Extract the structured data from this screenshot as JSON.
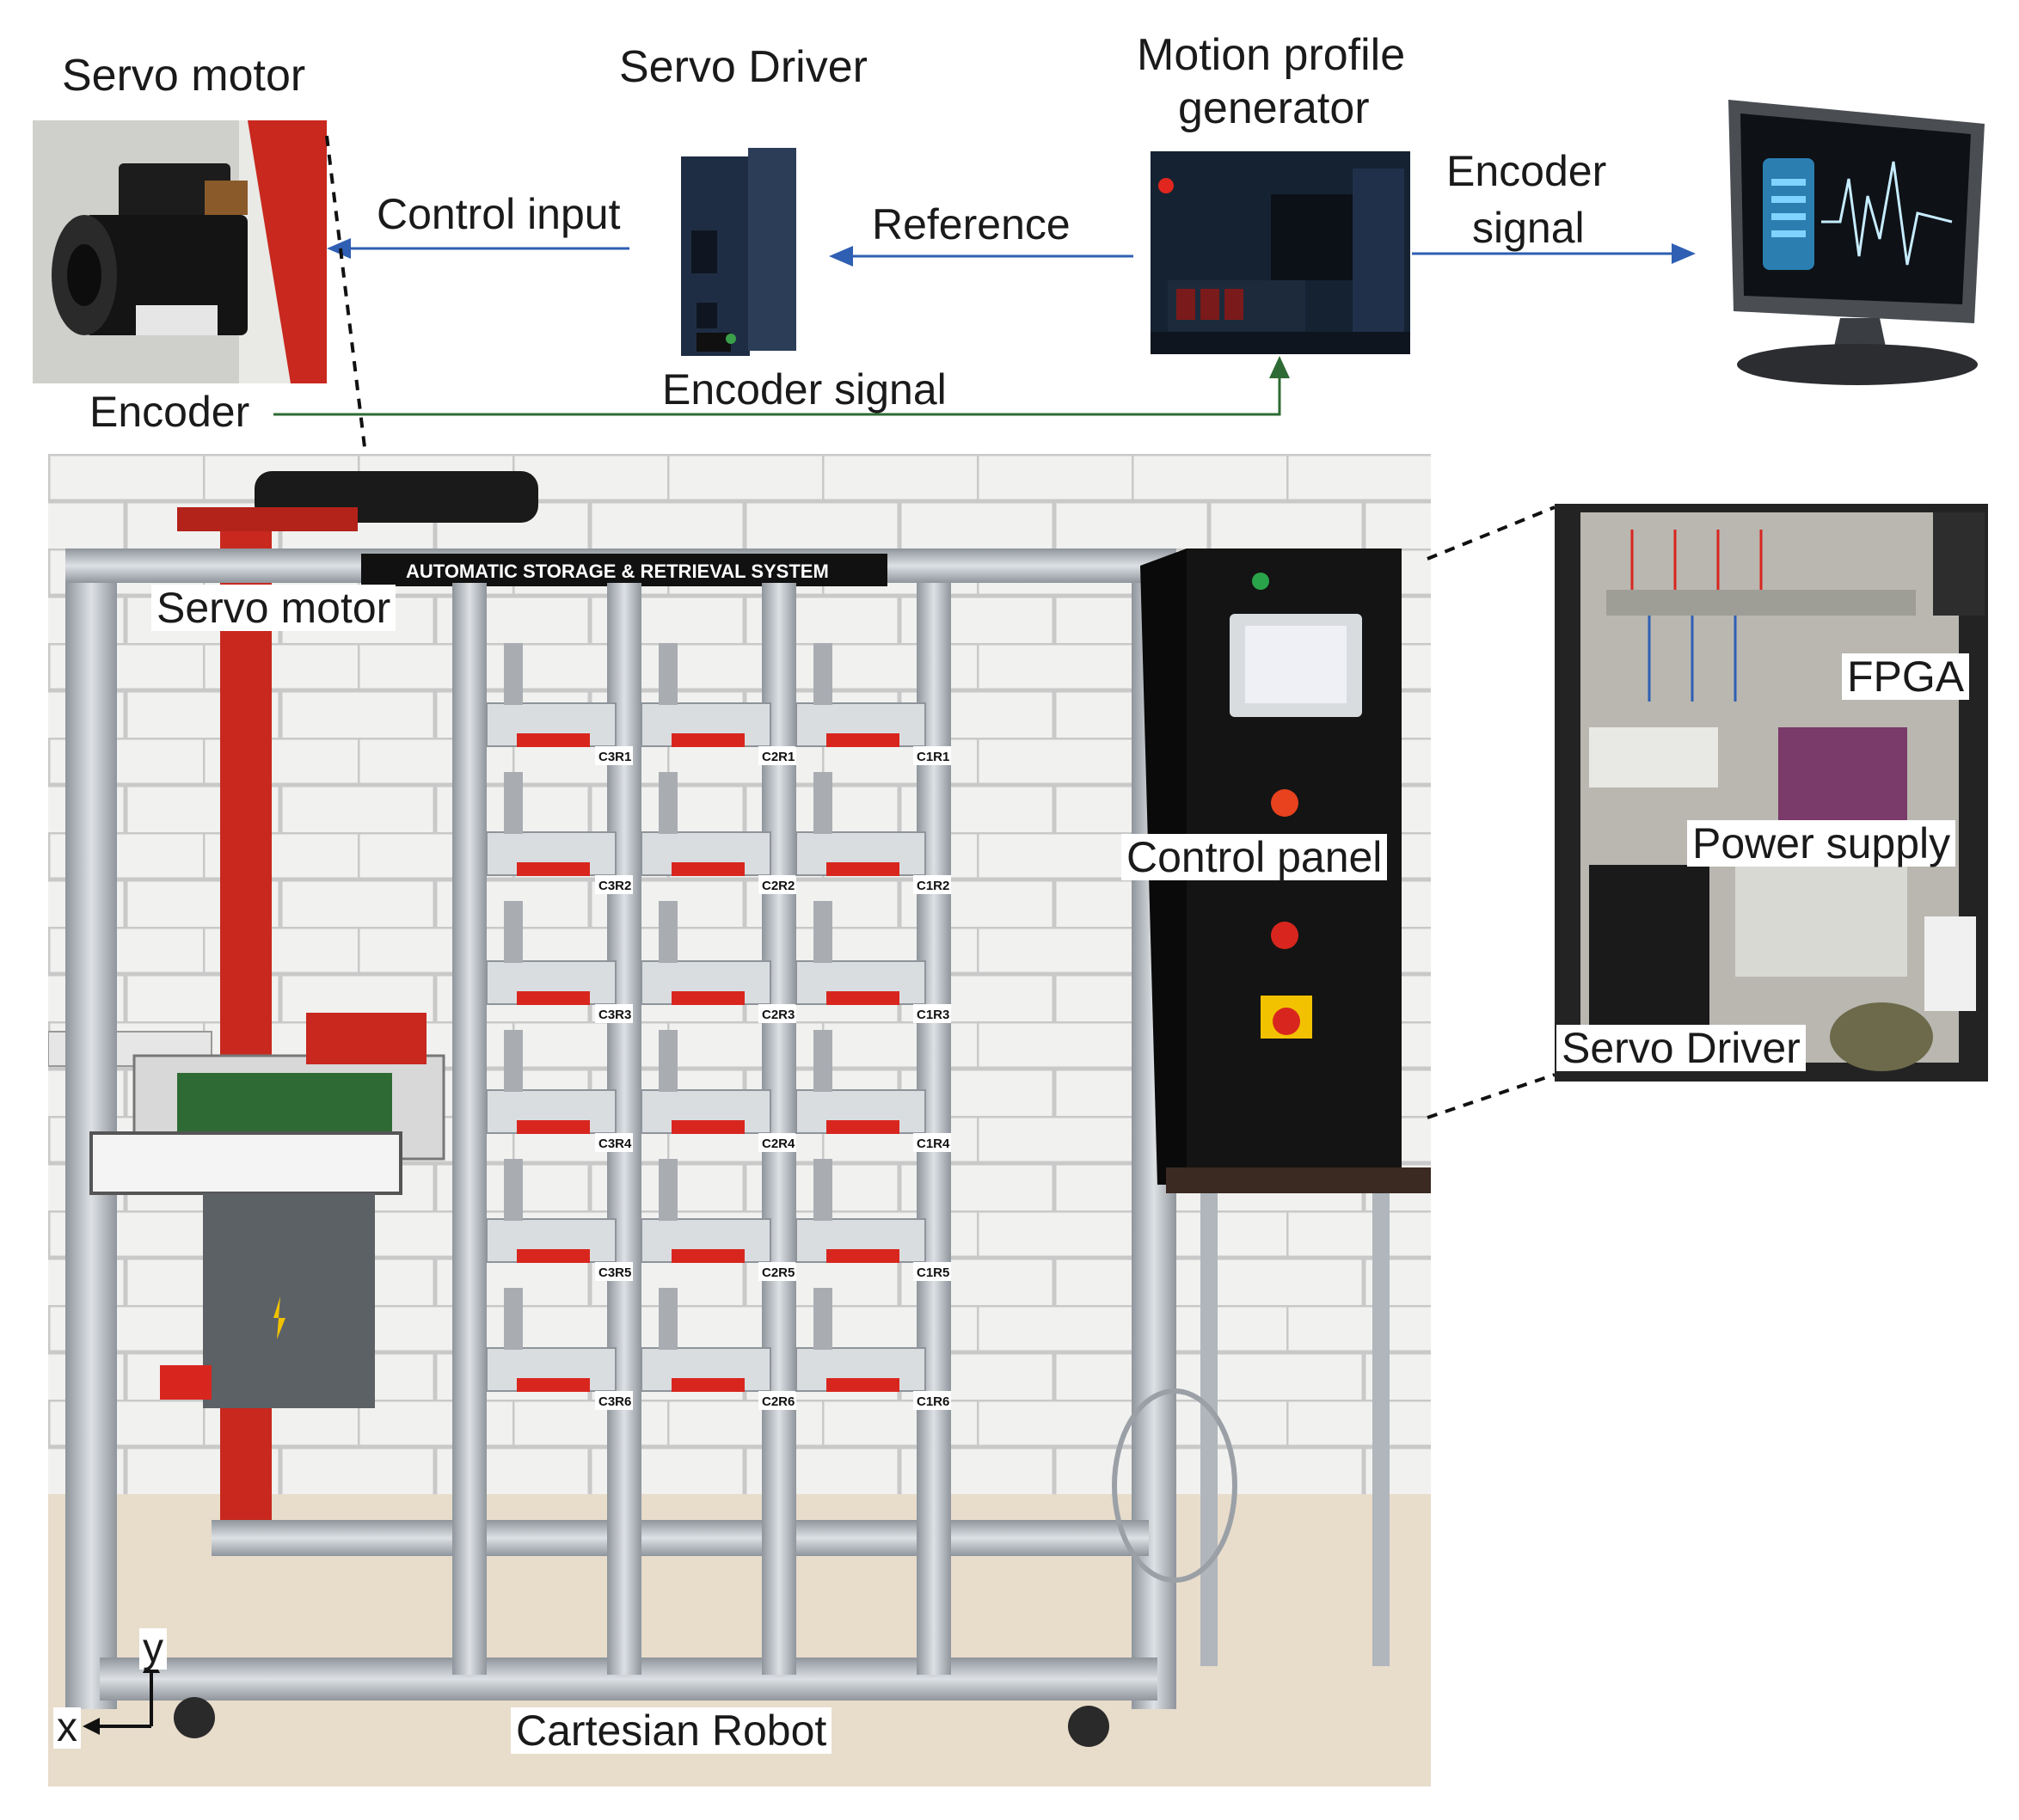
{
  "top_labels": {
    "servo_motor": "Servo motor",
    "servo_driver": "Servo Driver",
    "motion_profile_line1": "Motion profile",
    "motion_profile_line2": "generator",
    "control_input": "Control input",
    "reference": "Reference",
    "encoder_signal_right_line1": "Encoder",
    "encoder_signal_right_line2": "signal",
    "encoder_signal_bottom": "Encoder signal",
    "encoder": "Encoder"
  },
  "robot_photo": {
    "banner": "AUTOMATIC STORAGE & RETRIEVAL SYSTEM",
    "servo_motor": "Servo motor",
    "control_panel": "Control panel",
    "cartesian_robot": "Cartesian Robot",
    "axis_y": "y",
    "axis_x": "x",
    "slot_tags": [
      [
        "C3R1",
        "C2R1",
        "C1R1"
      ],
      [
        "C3R2",
        "C2R2",
        "C1R2"
      ],
      [
        "C3R3",
        "C2R3",
        "C1R3"
      ],
      [
        "C3R4",
        "C2R4",
        "C1R4"
      ],
      [
        "C3R5",
        "C2R5",
        "C1R5"
      ],
      [
        "C3R6",
        "C2R6",
        "C1R6"
      ]
    ]
  },
  "cabinet_photo": {
    "fpga": "FPGA",
    "power_supply": "Power supply",
    "servo_driver": "Servo Driver"
  },
  "colors": {
    "control_arrow": "#2f5fb3",
    "encoder_arrow": "#2e6b34",
    "frame_red": "#c8281e",
    "aluminum": "#b9bec4",
    "wall_line": "#c9c9c9"
  }
}
